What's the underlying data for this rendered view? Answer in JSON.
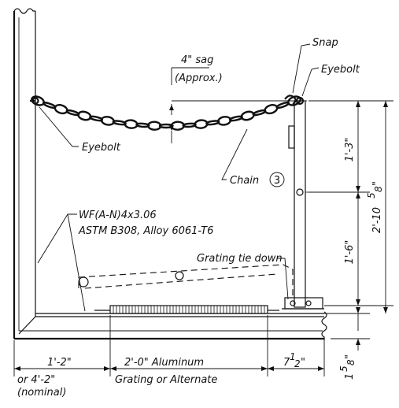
{
  "labels": {
    "sag_value": "4\" sag",
    "sag_note": "(Approx.)",
    "snap": "Snap",
    "eyebolt_right": "Eyebolt",
    "eyebolt_left": "Eyebolt",
    "chain": "Chain",
    "chain_number": "3",
    "section_line1": "WF(A-N)4x3.06",
    "section_line2": "ASTM B308, Alloy 6061-T6",
    "grating_tie": "Grating tie down",
    "dim_upper": "1'-3\"",
    "dim_lower": "1'-6\"",
    "dim_total": "2'-10",
    "dim_total_frac": "5",
    "dim_total_den": "8",
    "dim_total_unit": "\"",
    "dim_small": "1",
    "dim_small_frac": "5",
    "dim_small_den": "8",
    "dim_small_unit": "\"",
    "dim_left": "1'-2\"",
    "dim_left_alt": "or 4'-2\"",
    "dim_left_nominal": "(nominal)",
    "dim_mid": "2'-0\" Aluminum",
    "dim_mid_alt": "Grating or Alternate",
    "dim_right": "7",
    "dim_right_frac": "1",
    "dim_right_den": "2",
    "dim_right_unit": "\""
  },
  "colors": {
    "ink": "#111111",
    "paper": "#ffffff"
  }
}
